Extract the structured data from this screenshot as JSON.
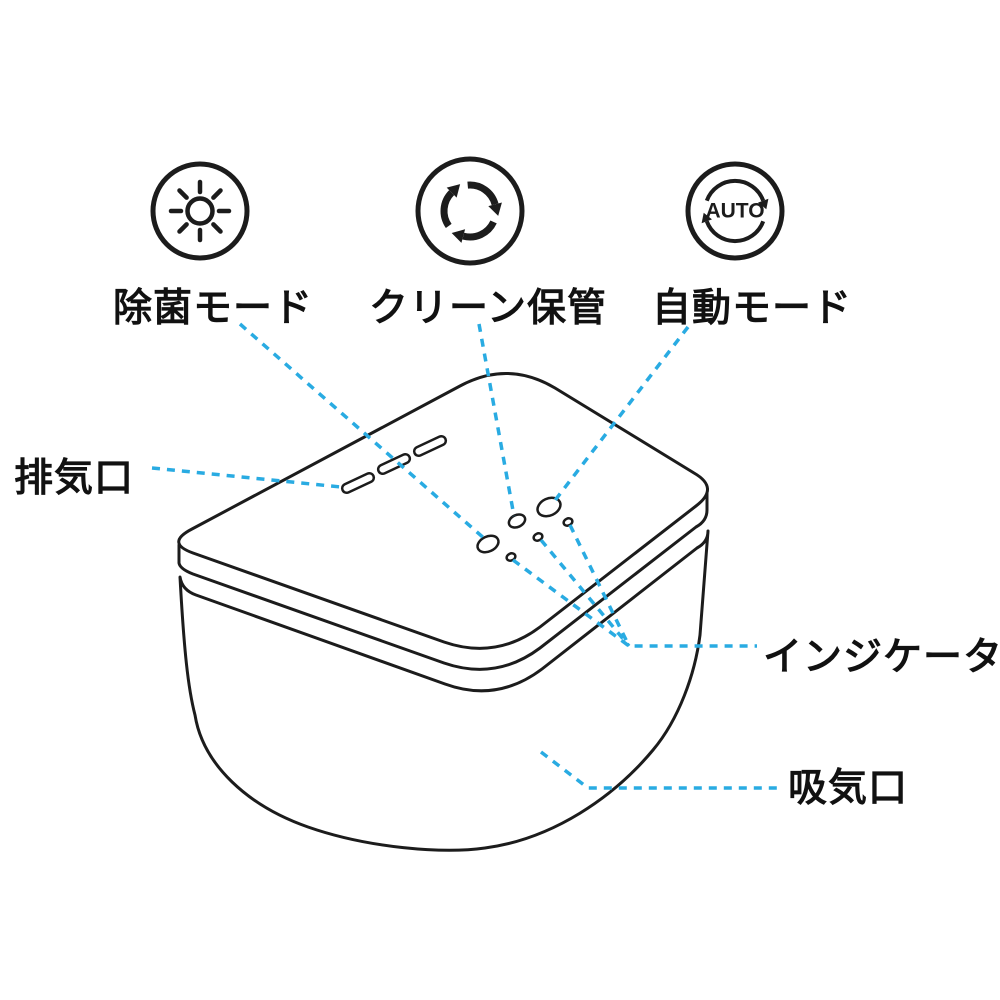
{
  "labels": {
    "sterilize_mode": "除菌モード",
    "clean_storage": "クリーン保管",
    "auto_mode": "自動モード",
    "exhaust_vent": "排気口",
    "indicator": "インジケータ",
    "intake_vent": "吸気口"
  },
  "icons": {
    "sterilize_mode": "uv-sun-icon",
    "clean_storage": "cycle-arrows-icon",
    "auto_mode": "auto-badge-icon",
    "auto_text": "AUTO"
  },
  "colors": {
    "line_art": "#1c1c1c",
    "leader_line": "#29abe2",
    "background": "#ffffff",
    "text": "#111111"
  }
}
